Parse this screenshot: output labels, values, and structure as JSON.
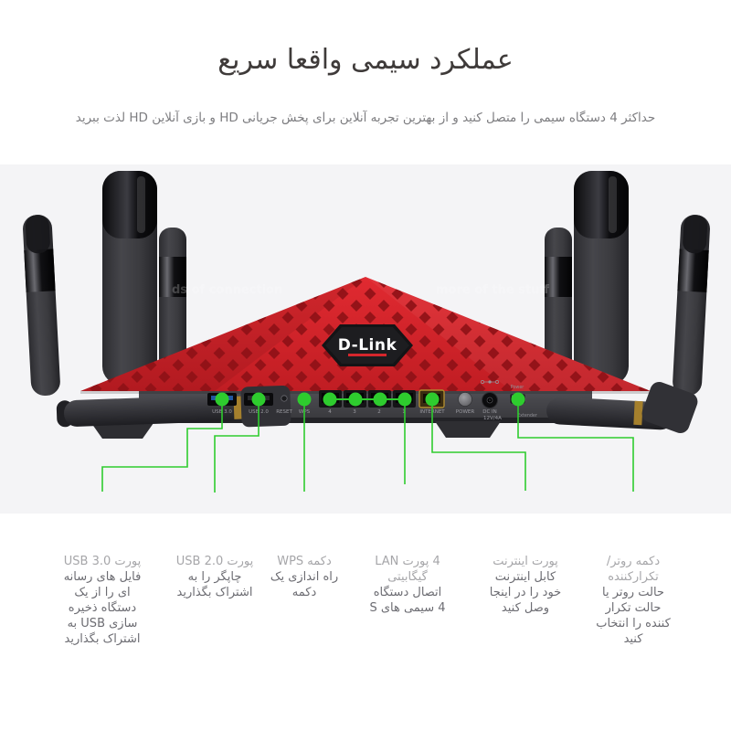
{
  "page": {
    "title": "عملکرد سیمی واقعا سریع",
    "subtitle": "حداکثر 4 دستگاه سیمی را متصل کنید و از بهترین تجربه آنلاین برای پخش جریانی HD و بازی آنلاین HD لذت ببرید"
  },
  "colors": {
    "accent_green": "#2ecc2e",
    "router_red": "#d6262c",
    "vent_red_dark": "#8e1116",
    "panel_gray": "#47474b",
    "title_text": "#3f3b3a",
    "subtitle_text": "#7d7d80",
    "caption_header_gray": "#a6a6a9",
    "caption_body_gray": "#6c6c72",
    "photo_background": "#f4f4f6",
    "internet_port_gold": "#b08c30",
    "usb3_blue": "#2257a0"
  },
  "router": {
    "brand": "D-Link",
    "watermark_left": "ds of connection",
    "watermark_right": "more of the stuff",
    "port_labels": {
      "usb3": "USB 3.0",
      "usb2": "USB 2.0",
      "reset": "RESET",
      "wps": "WPS",
      "lan4": "4",
      "lan3": "3",
      "lan2": "2",
      "lan1": "1",
      "internet": "INTERNET",
      "power": "POWER",
      "dcin": "DC IN",
      "dcin_rating": "12V/4A",
      "switch_top": "Power",
      "switch_bottom": "Extender"
    }
  },
  "callouts": [
    {
      "id": "usb3",
      "header_lines": [
        "پورت USB 3.0"
      ],
      "body_lines": [
        "فایل های رسانه",
        "ای را از یک",
        "دستگاه ذخیره",
        "سازی USB به",
        "اشتراک بگذارید"
      ]
    },
    {
      "id": "usb2",
      "header_lines": [
        "پورت USB 2.0"
      ],
      "body_lines": [
        "چاپگر را به",
        "اشتراک بگذارید"
      ]
    },
    {
      "id": "wps",
      "header_lines": [
        "دکمه WPS"
      ],
      "body_lines": [
        "راه اندازی یک",
        "دکمه"
      ]
    },
    {
      "id": "lan",
      "header_lines": [
        "4 پورت LAN",
        "گیگابیتی"
      ],
      "body_lines": [
        "اتصال دستگاه",
        "4 سیمی های S"
      ]
    },
    {
      "id": "internet",
      "header_lines": [
        "پورت اینترنت"
      ],
      "body_lines": [
        "کابل اینترنت",
        "خود را در اینجا",
        "وصل کنید"
      ]
    },
    {
      "id": "extender",
      "header_lines": [
        "دکمه روتر/",
        "تکرارکننده"
      ],
      "body_lines": [
        "حالت روتر یا",
        "حالت تکرار",
        "کننده را انتخاب",
        "کنید"
      ]
    }
  ]
}
